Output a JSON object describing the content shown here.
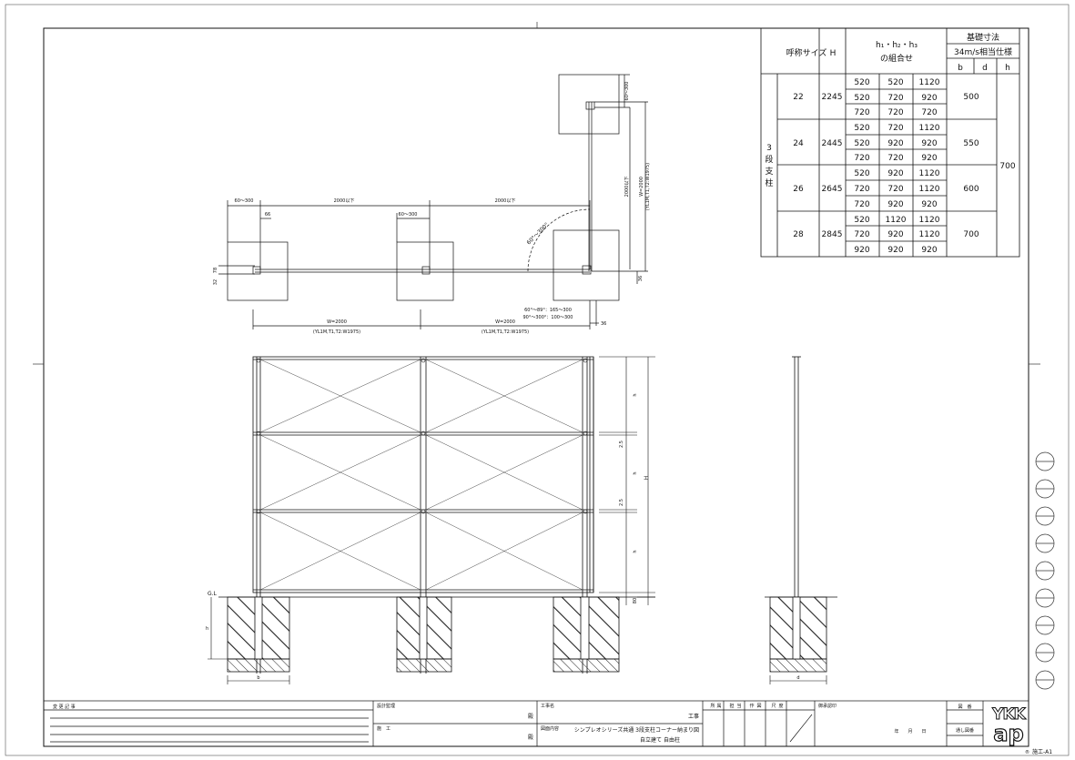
{
  "spec_table": {
    "col_nominal": "呼称サイズ",
    "col_h": "H",
    "col_combo_l1": "h₁・h₂・h₃",
    "col_combo_l2": "の組合せ",
    "col_found": "基礎寸法",
    "col_wind": "34m/s相当仕様",
    "sub_b": "b",
    "sub_d": "d",
    "sub_h": "h",
    "group_label": [
      "3",
      "段",
      "支",
      "柱"
    ],
    "h_all": "700",
    "rows": [
      {
        "size": "22",
        "H": "2245",
        "b": "500",
        "combos": [
          [
            "520",
            "520",
            "1120"
          ],
          [
            "520",
            "720",
            "920"
          ],
          [
            "720",
            "720",
            "720"
          ]
        ]
      },
      {
        "size": "24",
        "H": "2445",
        "b": "550",
        "combos": [
          [
            "520",
            "720",
            "1120"
          ],
          [
            "520",
            "920",
            "920"
          ],
          [
            "720",
            "720",
            "920"
          ]
        ]
      },
      {
        "size": "26",
        "H": "2645",
        "b": "600",
        "combos": [
          [
            "520",
            "920",
            "1120"
          ],
          [
            "720",
            "720",
            "1120"
          ],
          [
            "720",
            "920",
            "920"
          ]
        ]
      },
      {
        "size": "28",
        "H": "2845",
        "b": "700",
        "combos": [
          [
            "520",
            "1120",
            "1120"
          ],
          [
            "720",
            "920",
            "1120"
          ],
          [
            "920",
            "920",
            "920"
          ]
        ]
      }
    ]
  },
  "plan_view": {
    "dim_60_300_left": "60～300",
    "dim_66": "66",
    "dim_60_300_mid": "60～300",
    "dim_2000_1": "2000以下",
    "dim_2000_2": "2000以下",
    "dim_60_300_right": "60～300",
    "dim_2000_vertical": "2000以下",
    "dim_w2000_vertical": "W=2000",
    "dim_w2000_vertical_sub": "(YL1M,T1,T2:W1975)",
    "angle": "60°～300°",
    "dim_78": "78",
    "dim_32": "32",
    "dim_36_right": "36",
    "dim_w2000_1": "W=2000",
    "dim_w2000_1_sub": "(YL1M,T1,T2:W1975)",
    "dim_w2000_2": "W=2000",
    "dim_w2000_2_sub": "(YL1M,T1,T2:W1975)",
    "dim_36_bottom": "36",
    "angle_note_1": "60°～89°：165～300",
    "angle_note_2": "90°～300°：100～300"
  },
  "elevation": {
    "h_top": "h",
    "h_mid": "h",
    "h_bot": "h",
    "gap_1": "2.5",
    "gap_2": "2.5",
    "H": "H",
    "dim_80": "80",
    "gl": "G.L",
    "found_h": "h",
    "found_b": "b",
    "side_d": "d"
  },
  "title_block": {
    "revision_label": "変 更 記 事",
    "design_label": "設計監理",
    "design_suffix": "殿",
    "construction_label": "施　工",
    "construction_suffix": "殿",
    "project_label": "工事名",
    "project_suffix": "工事",
    "drawing_label": "図面内容",
    "drawing_title": "シンプレオシリーズ共通 3段支柱コーナー納まり図",
    "drawing_sub": "自立建て 自由柱",
    "stamp_cols": [
      "所",
      "属",
      "担",
      "当",
      "作",
      "図",
      "尺",
      "度"
    ],
    "approval_label": "御承認印",
    "date_label": "年　　月　　日",
    "drawing_no_label": "図　番",
    "serial_label": "通し図番",
    "logo_top": "YKK",
    "logo_bottom": "ap",
    "sheet_code": "施工-A1",
    "copyright": "®"
  }
}
